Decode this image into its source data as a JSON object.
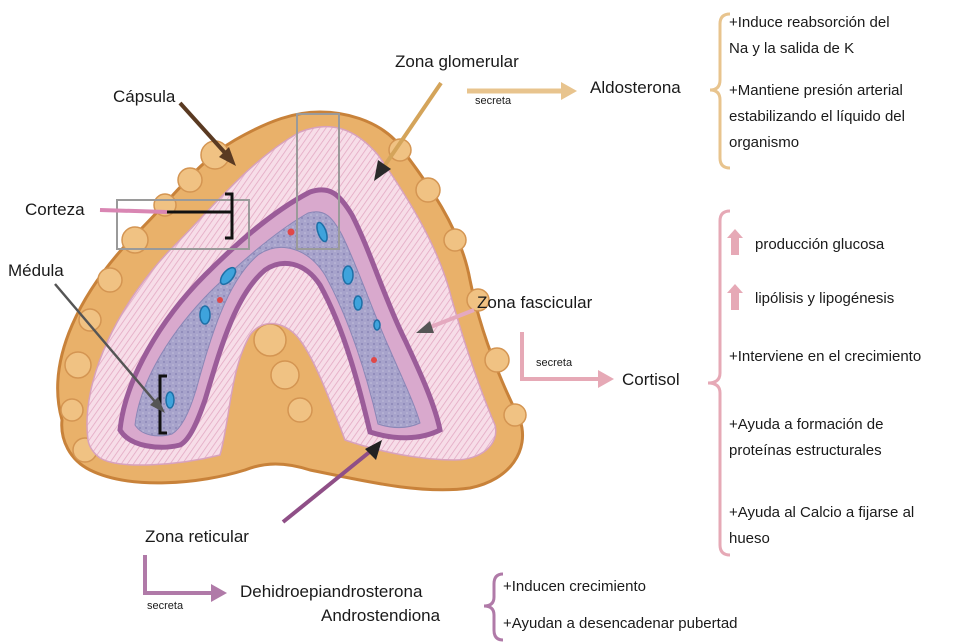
{
  "labels": {
    "capsula": "Cápsula",
    "corteza": "Corteza",
    "medula": "Médula",
    "zona_glomerular": "Zona glomerular",
    "zona_fascicular": "Zona fascicular",
    "zona_reticular": "Zona reticular"
  },
  "glomerular": {
    "secreta": "secreta",
    "hormone": "Aldosterona",
    "effects": [
      "+Induce reabsorción del",
      "Na y la salida de K",
      "+Mantiene presión arterial",
      "estabilizando el líquido del",
      "organismo"
    ]
  },
  "fascicular": {
    "secreta": "secreta",
    "hormone": "Cortisol",
    "effects": [
      "producción glucosa",
      "lipólisis y lipogénesis",
      "+Interviene en el crecimiento",
      "+Ayuda a formación de",
      "proteínas estructurales",
      "+Ayuda al Calcio a fijarse al",
      "hueso"
    ]
  },
  "reticular": {
    "secreta": "secreta",
    "hormones": [
      "Dehidroepiandrosterona",
      "Androstendiona"
    ],
    "effects": [
      "+Inducen crecimiento",
      "+Ayudan a desencadenar pubertad"
    ]
  },
  "colors": {
    "capsule_fat": "#e9b16a",
    "cortex_pink": "#f4d3e0",
    "medulla": "#9e9ac4",
    "reticular_border": "#9b5c99",
    "glomerular_accent": "#e8c48e",
    "fascicular_accent": "#e6a9b6",
    "reticular_accent": "#b07aa8"
  },
  "icons": [
    "arrow-up-icon"
  ]
}
